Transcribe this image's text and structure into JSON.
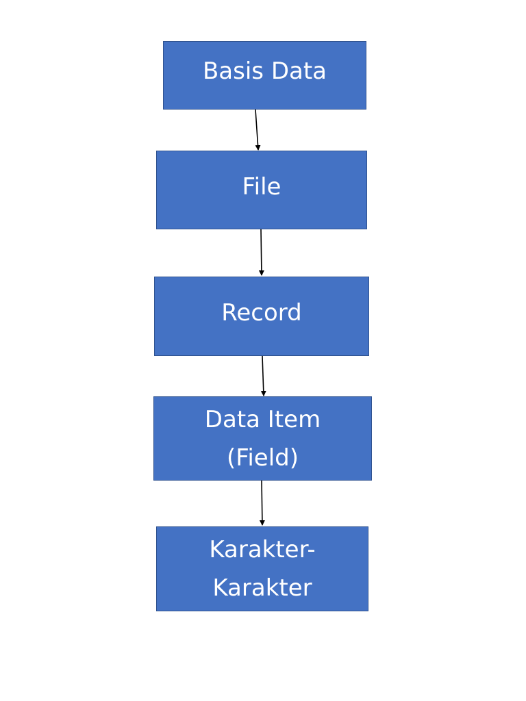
{
  "diagram": {
    "nodes": [
      {
        "id": "basis-data",
        "label": "Basis Data"
      },
      {
        "id": "file",
        "label": "File"
      },
      {
        "id": "record",
        "label": "Record"
      },
      {
        "id": "data-item",
        "label": "Data Item\n(Field)"
      },
      {
        "id": "karakter",
        "label": "Karakter-\nKarakter"
      }
    ],
    "edges": [
      {
        "from": "basis-data",
        "to": "file"
      },
      {
        "from": "file",
        "to": "record"
      },
      {
        "from": "record",
        "to": "data-item"
      },
      {
        "from": "data-item",
        "to": "karakter"
      }
    ],
    "colors": {
      "box_fill": "#4472c4",
      "box_border": "#2f528f",
      "text": "#ffffff",
      "arrow": "#000000"
    }
  }
}
